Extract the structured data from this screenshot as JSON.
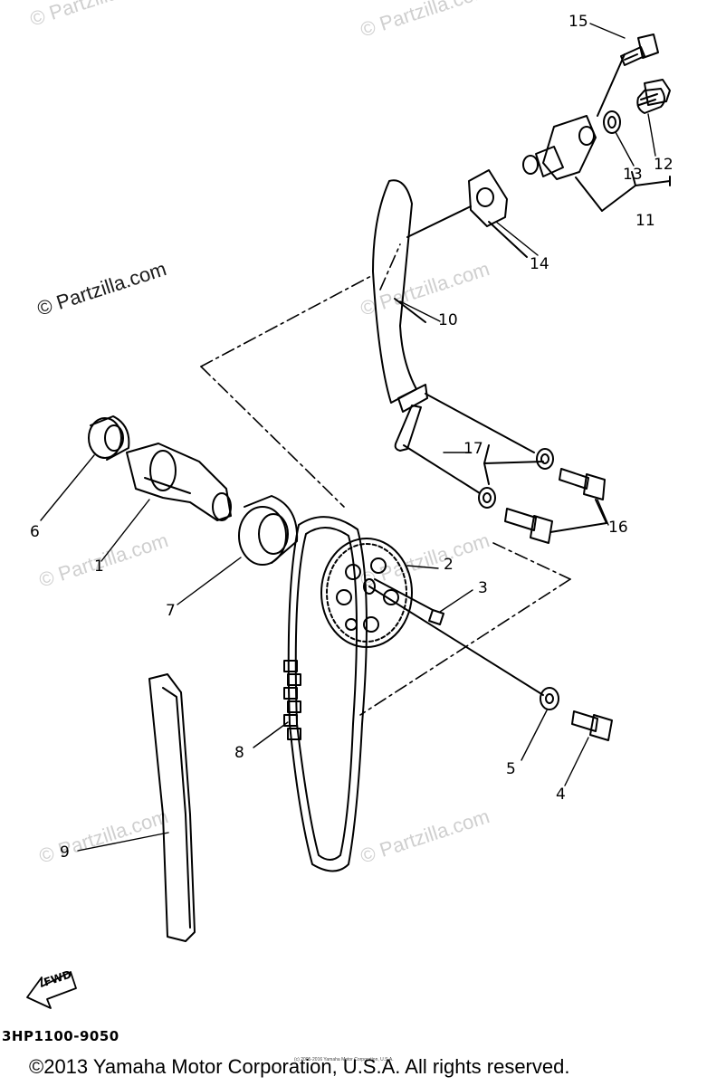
{
  "watermark": "© Partzilla.com",
  "callouts": {
    "c1": "1",
    "c2": "2",
    "c3": "3",
    "c4": "4",
    "c5": "5",
    "c6": "6",
    "c7": "7",
    "c8": "8",
    "c9": "9",
    "c10": "10",
    "c11": "11",
    "c12": "12",
    "c13": "13",
    "c14": "14",
    "c15": "15",
    "c16": "16",
    "c17": "17"
  },
  "fwd_label": "FWD",
  "part_code": "3HP1100-9050",
  "copyright": "©2013 Yamaha Motor Corporation, U.S.A. All rights reserved.",
  "tiny_copyright": "(c) 2005-2016 Yamaha Motor Corporation, U.S.A."
}
